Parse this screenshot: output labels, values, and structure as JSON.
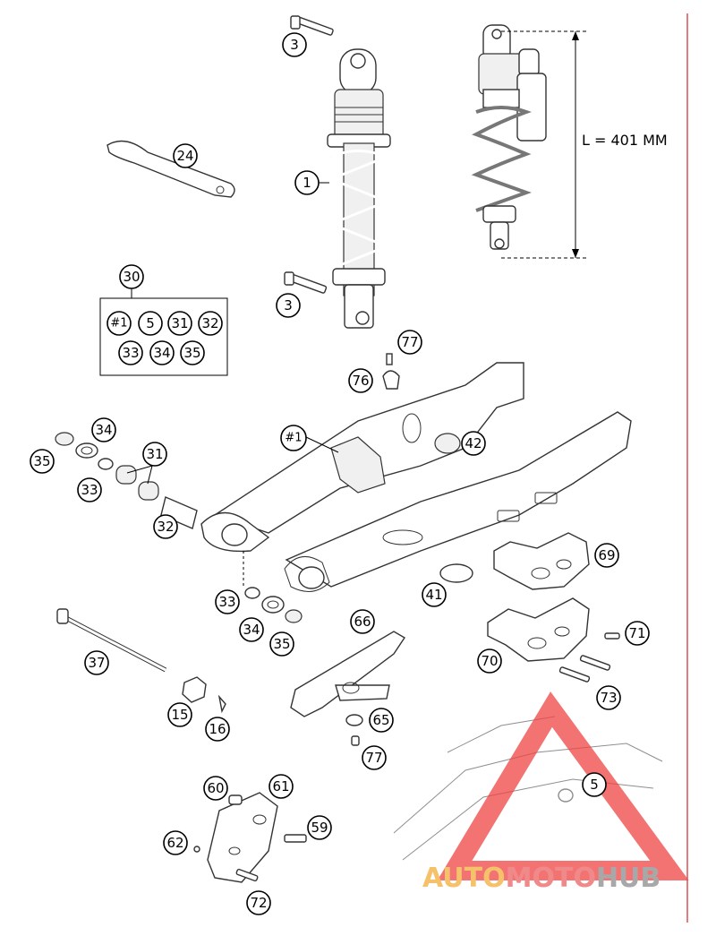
{
  "dimension_label": "L = 401 MM",
  "watermark": {
    "text_a": "AUTO",
    "text_b": "MOTO",
    "text_c": "HUB",
    "color_a": "#f5c26b",
    "color_b": "#f08a8a",
    "color_c": "#a8a8a8",
    "triangle_color": "#ef4444"
  },
  "callouts": {
    "c3a": "3",
    "c24": "24",
    "c1": "1",
    "c3b": "3",
    "c30": "30",
    "k_1": "#1",
    "k_5": "5",
    "k_31": "31",
    "k_32": "32",
    "k_33": "33",
    "k_34": "34",
    "k_35": "35",
    "c77a": "77",
    "c76": "76",
    "c34a": "34",
    "c35a": "35",
    "c33a": "33",
    "c31": "31",
    "c32": "32",
    "c_1": "#1",
    "c42": "42",
    "c69": "69",
    "c41": "41",
    "c33b": "33",
    "c34b": "34",
    "c35b": "35",
    "c66": "66",
    "c70": "70",
    "c71": "71",
    "c73": "73",
    "c37": "37",
    "c15": "15",
    "c16": "16",
    "c65": "65",
    "c77b": "77",
    "c60": "60",
    "c61": "61",
    "c59": "59",
    "c62": "62",
    "c72": "72",
    "c5": "5"
  }
}
